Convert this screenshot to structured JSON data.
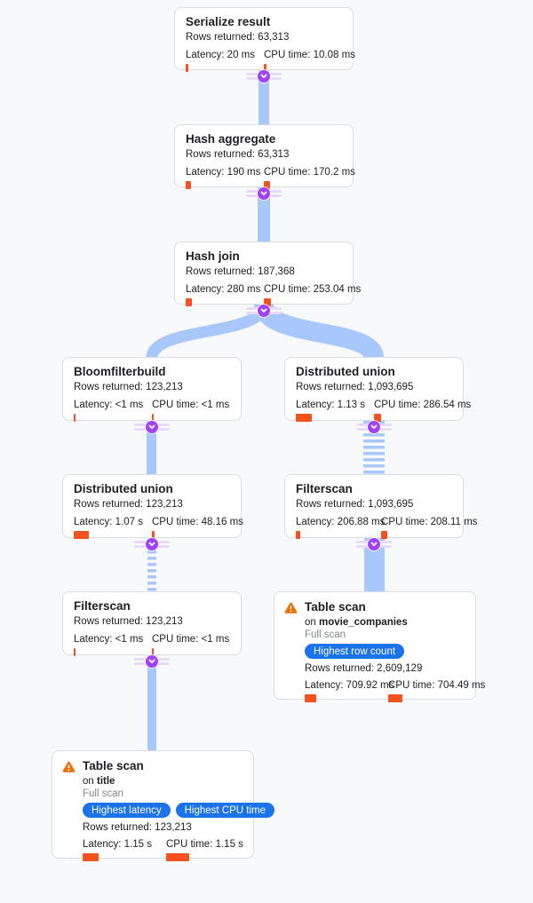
{
  "colors": {
    "bg": "#f8f9fa",
    "edge": "#a8c7fa",
    "connector": "#a142f4",
    "ribbon": "#e8d9fb",
    "bar": "#f4511e",
    "badge": "#1a73e8",
    "warning": "#e8710a",
    "card_border": "#dadce0",
    "text": "#202124",
    "muted": "#80868b"
  },
  "nodes": {
    "serialize": {
      "title": "Serialize result",
      "rows": "Rows returned: 63,313",
      "latency": "Latency: 20 ms",
      "cpu": "CPU time: 10.08 ms",
      "latency_bar": 3,
      "cpu_bar": 3
    },
    "hash_aggregate": {
      "title": "Hash aggregate",
      "rows": "Rows returned: 63,313",
      "latency": "Latency: 190 ms",
      "cpu": "CPU time: 170.2 ms",
      "latency_bar": 6,
      "cpu_bar": 7
    },
    "hash_join": {
      "title": "Hash join",
      "rows": "Rows returned: 187,368",
      "latency": "Latency: 280 ms",
      "cpu": "CPU time: 253.04 ms",
      "latency_bar": 7,
      "cpu_bar": 8
    },
    "bloomfilterbuild": {
      "title": "Bloomfilterbuild",
      "rows": "Rows returned: 123,213",
      "latency": "Latency: <1 ms",
      "cpu": "CPU time: <1 ms",
      "latency_bar": 2,
      "cpu_bar": 2
    },
    "dist_union_right": {
      "title": "Distributed union",
      "rows": "Rows returned: 1,093,695",
      "latency": "Latency: 1.13 s",
      "cpu": "CPU time: 286.54 ms",
      "latency_bar": 18,
      "cpu_bar": 8
    },
    "dist_union_left": {
      "title": "Distributed union",
      "rows": "Rows returned: 123,213",
      "latency": "Latency: 1.07 s",
      "cpu": "CPU time: 48.16 ms",
      "latency_bar": 17,
      "cpu_bar": 3
    },
    "filterscan_right": {
      "title": "Filterscan",
      "rows": "Rows returned: 1,093,695",
      "latency": "Latency: 206.88 ms",
      "cpu": "CPU time: 208.11 ms",
      "latency_bar": 5,
      "cpu_bar": 7
    },
    "filterscan_left": {
      "title": "Filterscan",
      "rows": "Rows returned: 123,213",
      "latency": "Latency: <1 ms",
      "cpu": "CPU time: <1 ms",
      "latency_bar": 2,
      "cpu_bar": 2
    },
    "table_scan_right": {
      "title": "Table scan",
      "on_prefix": "on",
      "table": "movie_companies",
      "scan_type": "Full scan",
      "badges": [
        "Highest row count"
      ],
      "rows": "Rows returned: 2,609,129",
      "latency": "Latency: 709.92 ms",
      "cpu": "CPU time: 704.49 ms",
      "latency_bar": 13,
      "cpu_bar": 16
    },
    "table_scan_left": {
      "title": "Table scan",
      "on_prefix": "on",
      "table": "title",
      "scan_type": "Full scan",
      "badges": [
        "Highest latency",
        "Highest CPU time"
      ],
      "rows": "Rows returned: 123,213",
      "latency": "Latency: 1.15 s",
      "cpu": "CPU time: 1.15 s",
      "latency_bar": 18,
      "cpu_bar": 26
    }
  }
}
